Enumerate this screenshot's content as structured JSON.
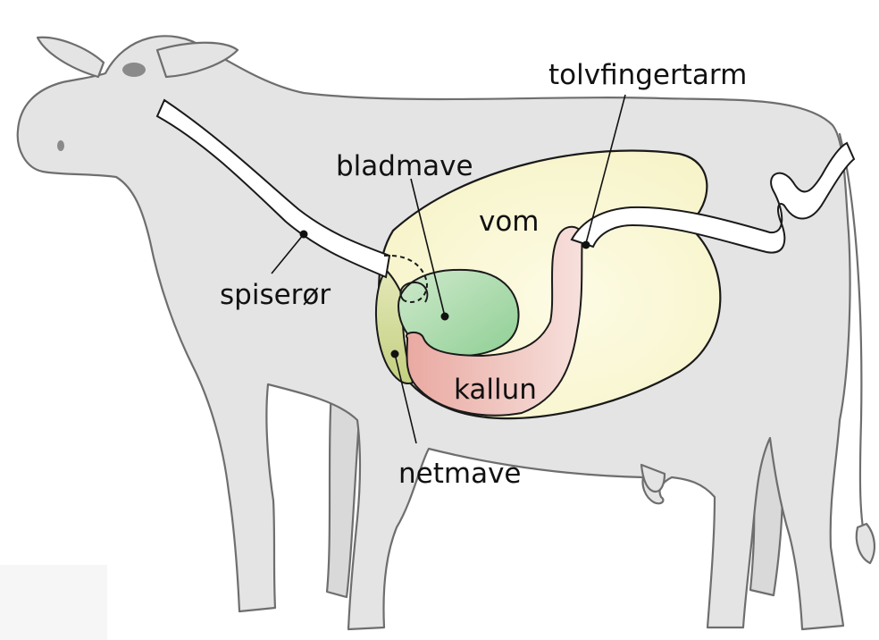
{
  "labels": {
    "tolvfingertarm": "tolvfingertarm",
    "bladmave": "bladmave",
    "vom": "vom",
    "spiseror": "spiserør",
    "kallun": "kallun",
    "netmave": "netmave"
  },
  "colors": {
    "body": "#e4e4e4",
    "outline": "#6e6e6e",
    "vom": "#fbf8d8",
    "bladmave": "#a9d8a9",
    "netmave": "#cfd79a",
    "kallun": "#efc2bb",
    "tube": "#ffffff"
  }
}
